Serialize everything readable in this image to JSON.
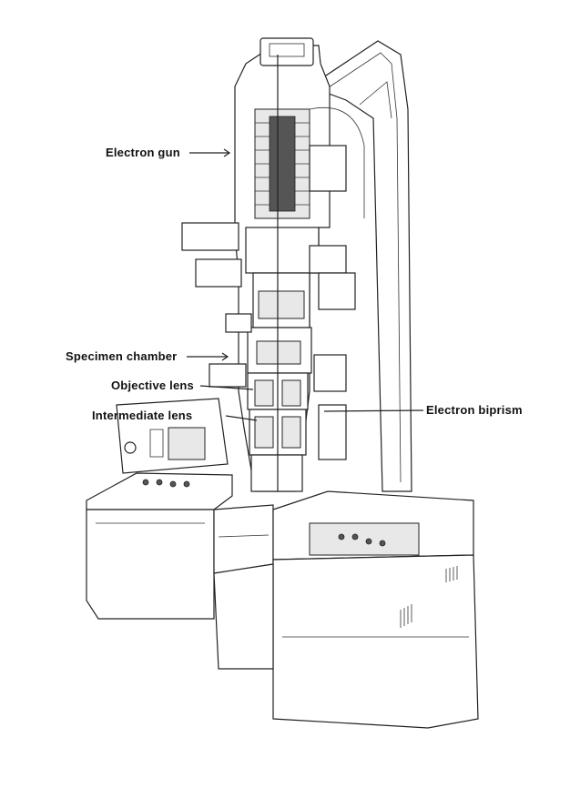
{
  "diagram": {
    "subject": "Transmission electron microscope (holography) cutaway illustration",
    "labels": [
      {
        "id": "electron-gun",
        "text": "Electron gun"
      },
      {
        "id": "specimen-chamber",
        "text": "Specimen chamber"
      },
      {
        "id": "objective-lens",
        "text": "Objective lens"
      },
      {
        "id": "intermediate-lens",
        "text": "Intermediate lens"
      },
      {
        "id": "electron-biprism",
        "text": "Electron biprism"
      }
    ]
  }
}
